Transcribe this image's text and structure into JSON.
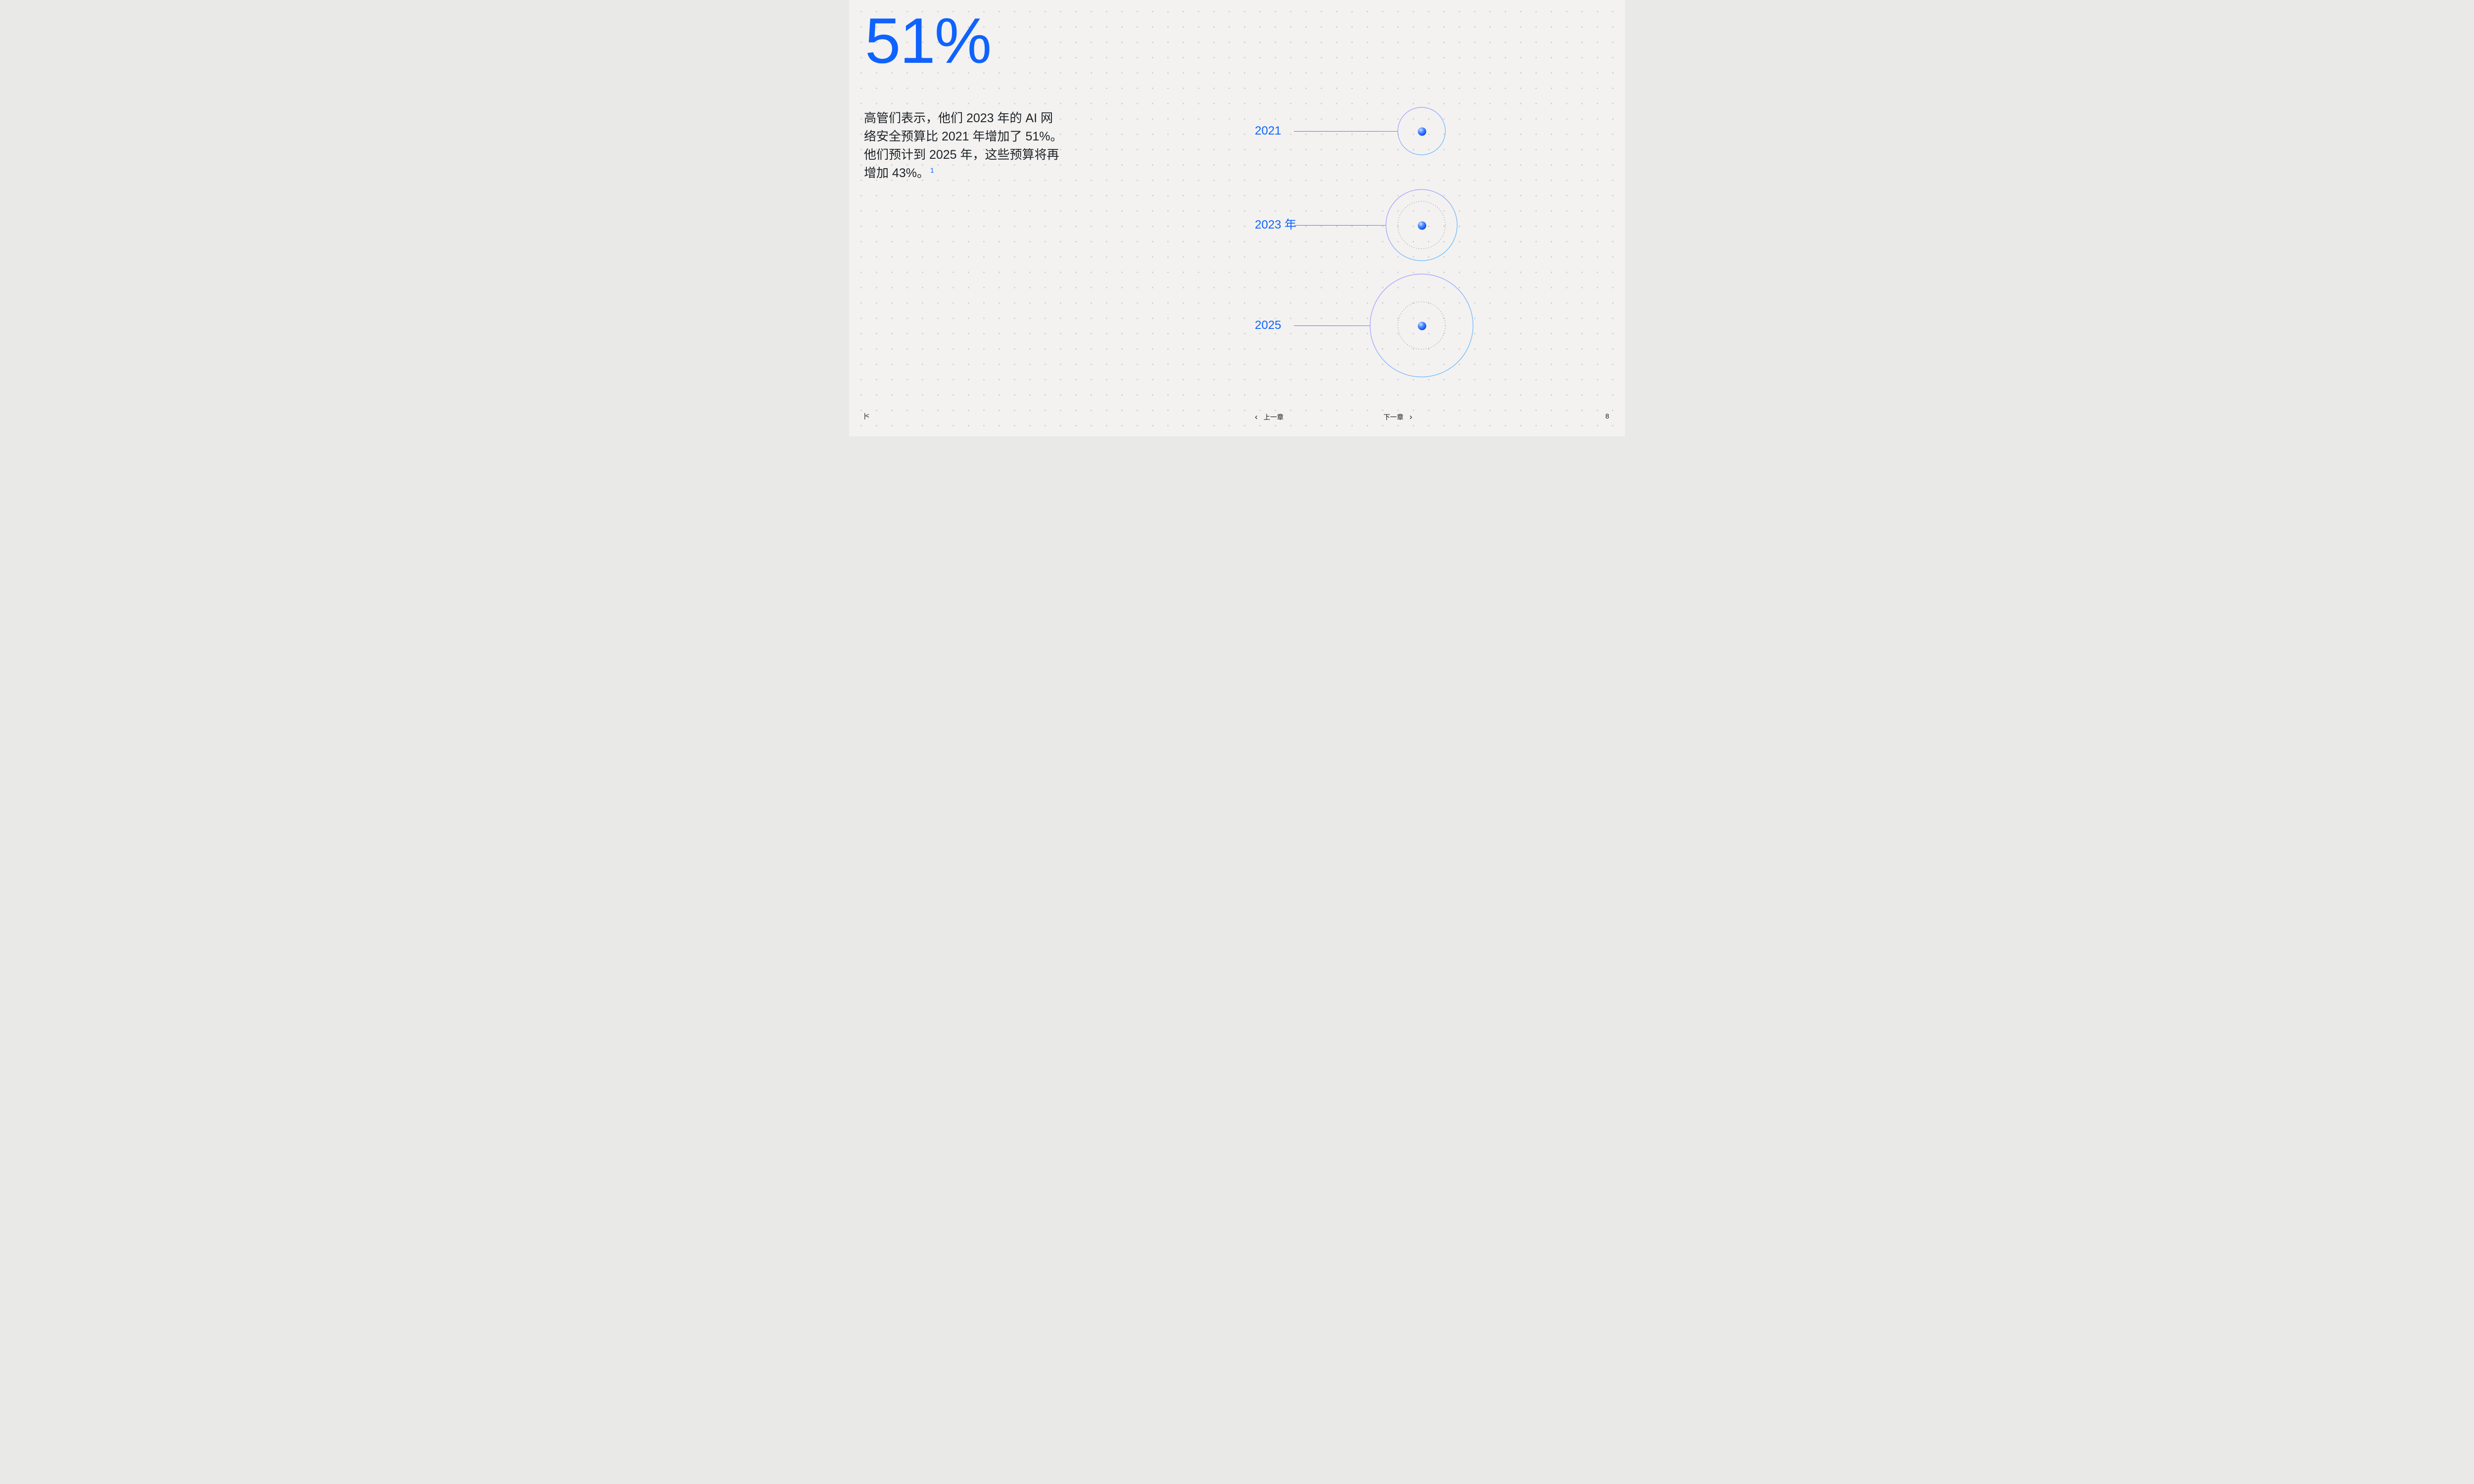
{
  "page": {
    "headline": "51%",
    "body_lines": [
      "高管们表示，他们 2023 年的 AI 网",
      "络安全预算比 2021 年增加了 51%。",
      "他们预计到 2025 年，这些预算将再",
      "增加 43%。"
    ],
    "footnote_marker": "1"
  },
  "chart_data": {
    "type": "bubble",
    "categories": [
      "2021",
      "2023 年",
      "2025"
    ],
    "values": [
      1.0,
      1.51,
      2.16
    ],
    "value_note": "relative AI cybersecurity budget size; 2023 is +51% vs 2021, 2025 expected +43% more",
    "radius_scale": "circle radius proportional to value, baseline radius 48px",
    "baseline_reference": "dotted inner circle on 2023 and 2025 shows 2021 baseline size",
    "grid": false,
    "legend_position": "left-labels"
  },
  "footer": {
    "first_icon_glyph": "|<",
    "prev_chevron": "‹",
    "prev_label": "上一章",
    "next_label": "下一章",
    "next_chevron": "›",
    "page_number": "8"
  },
  "colors": {
    "accent_blue": "#0f62fe",
    "text": "#1e2328",
    "background": "#f3f2f0",
    "ring_gradient_start": "#bb8eff",
    "ring_gradient_end": "#4cc1ff",
    "connector_purple": "#9352ff",
    "dot_grid": "#c7c7c5"
  }
}
